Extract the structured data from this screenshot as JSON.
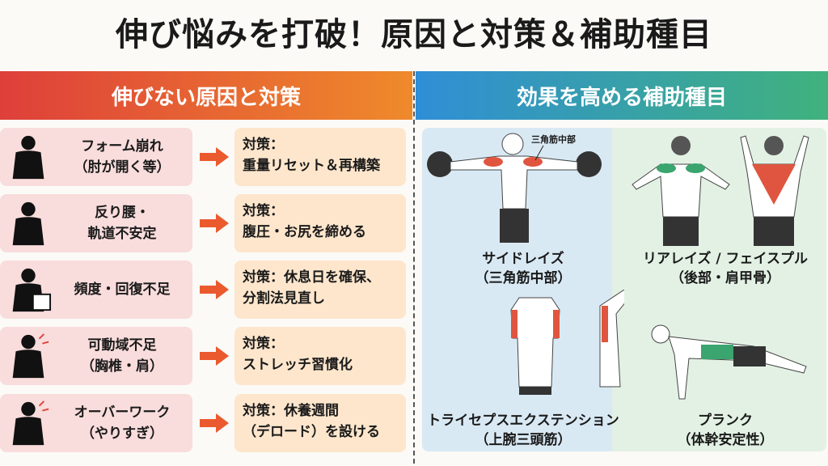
{
  "title": "伸び悩みを打破！原因と対策＆補助種目",
  "left_header": "伸びない原因と対策",
  "right_header": "効果を高める補助種目",
  "rows": [
    {
      "icon": "hands-on-hips-person-icon",
      "cause": "フォーム崩れ\n（肘が開く等）",
      "solution": "対策：\n重量リセット＆再構築"
    },
    {
      "icon": "arched-back-person-icon",
      "cause": "反り腰・\n軌道不安定",
      "solution": "対策：\n腹圧・お尻を締める"
    },
    {
      "icon": "tired-person-calendar-icon",
      "cause": "頻度・回復不足",
      "solution": "対策：休息日を確保、\n分割法見直し"
    },
    {
      "icon": "shoulder-pain-person-icon",
      "cause": "可動域不足\n（胸椎・肩）",
      "solution": "対策：\nストレッチ習慣化"
    },
    {
      "icon": "headache-person-icon",
      "cause": "オーバーワーク\n（やりすぎ）",
      "solution": "対策：休養週間\n（デロード）を設ける"
    }
  ],
  "exercises": [
    {
      "name": "サイドレイズ",
      "target": "（三角筋中部）",
      "callout": "三角筋中部"
    },
    {
      "name": "リアレイズ / フェイスプル",
      "target": "（後部・肩甲骨）"
    },
    {
      "name": "トライセプスエクステンション",
      "target": "（上腕三頭筋）"
    },
    {
      "name": "プランク",
      "target": "（体幹安定性）"
    }
  ],
  "colors": {
    "muscle_red": "#e0553f",
    "muscle_green": "#3aa56e",
    "cause_bg": "#f9dcdc",
    "solution_bg": "#fde6cc"
  }
}
